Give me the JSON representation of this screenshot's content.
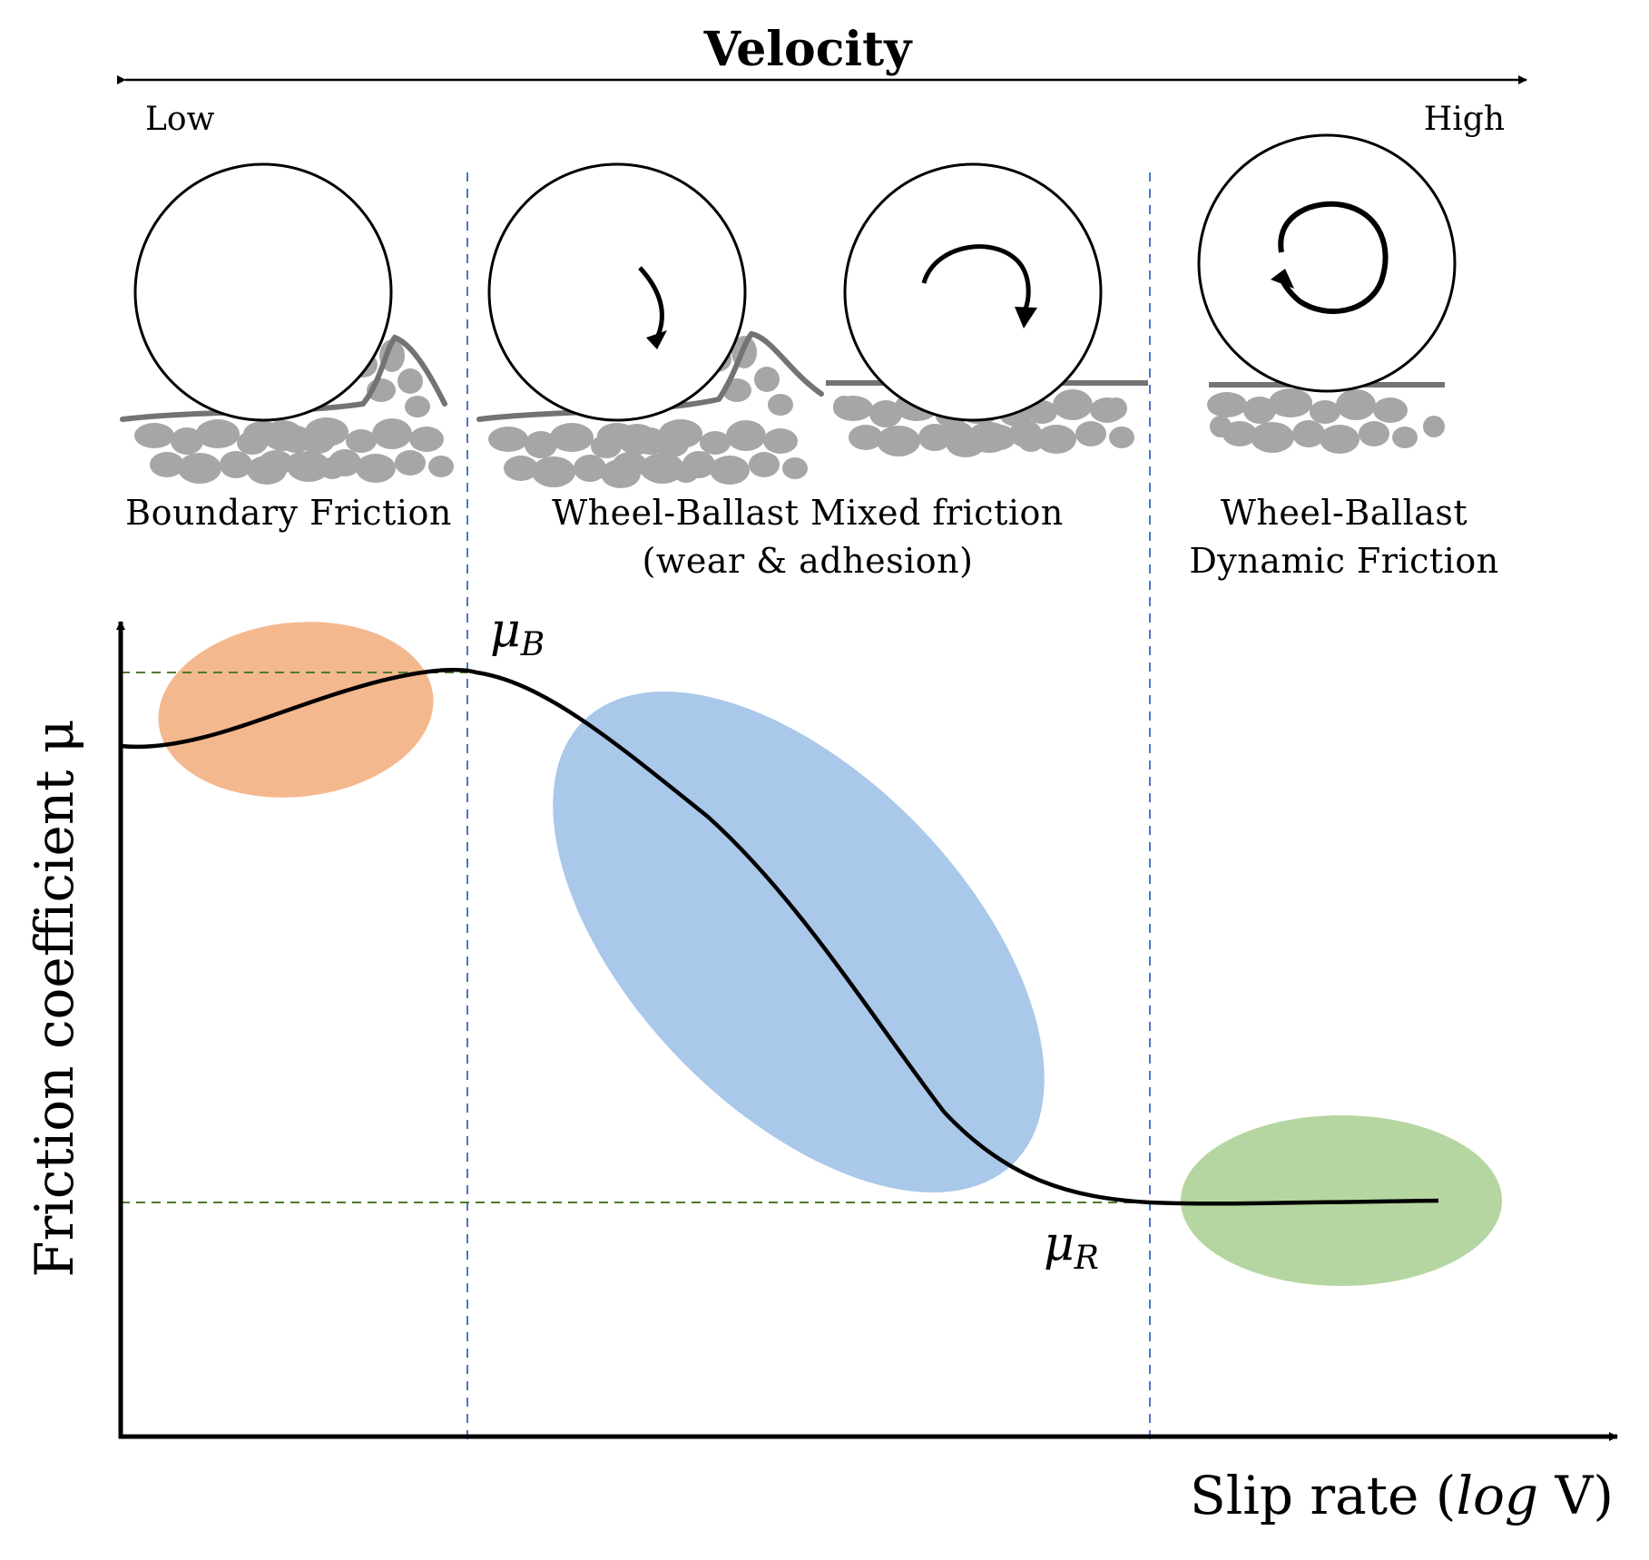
{
  "velocity": {
    "title": "Velocity",
    "low": "Low",
    "high": "High"
  },
  "regimes": [
    {
      "line1": "Boundary Friction",
      "line2": ""
    },
    {
      "line1": "Wheel-Ballast Mixed friction",
      "line2": "(wear & adhesion)"
    },
    {
      "line1": "Wheel-Ballast",
      "line2": "Dynamic Friction"
    }
  ],
  "axes": {
    "y_label": "Friction coefficient μ",
    "x_label_prefix": "Slip rate (",
    "x_label_italic": "log",
    "x_label_suffix": " V)"
  },
  "markers": {
    "mu_b": {
      "symbol": "μ",
      "sub": "B"
    },
    "mu_r": {
      "symbol": "μ",
      "sub": "R"
    }
  },
  "colors": {
    "boundary_region": "#f4b88f",
    "mixed_region": "#a9c8ea",
    "dynamic_region": "#b5d6a0",
    "boundary_divider": "#4a78c2",
    "reference_line": "#4e7a2e",
    "ballast": "#a6a6a6",
    "surface": "#737373"
  },
  "icons": [
    "wheel-icon",
    "clockwise-arrow-icon",
    "rotation-arrow-icon",
    "ballast-icon"
  ]
}
